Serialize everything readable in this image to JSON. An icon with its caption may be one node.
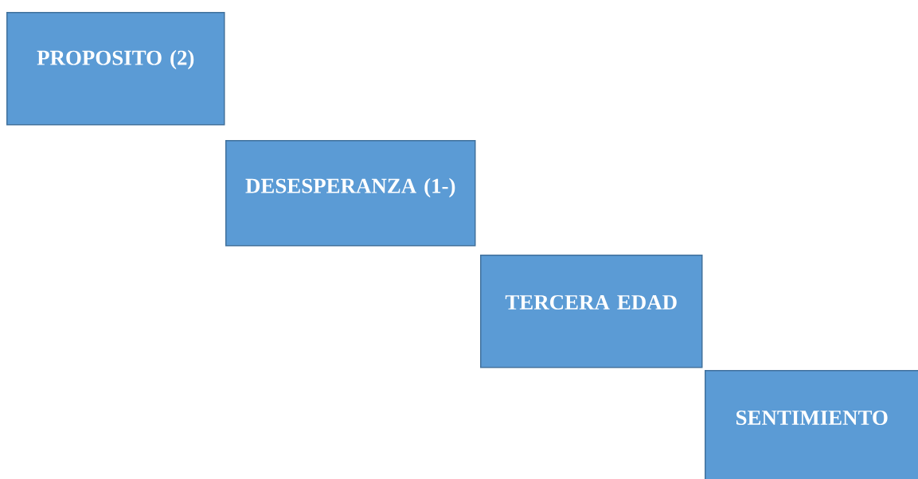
{
  "diagram": {
    "nodes": [
      {
        "text": [
          "PROPOSITO (2)"
        ]
      },
      {
        "text": [
          "DESESPERANZA (1-)"
        ]
      },
      {
        "text": [
          "TERCERA EDAD"
        ]
      },
      {
        "text": [
          "SENTIMIENTO"
        ]
      }
    ]
  }
}
